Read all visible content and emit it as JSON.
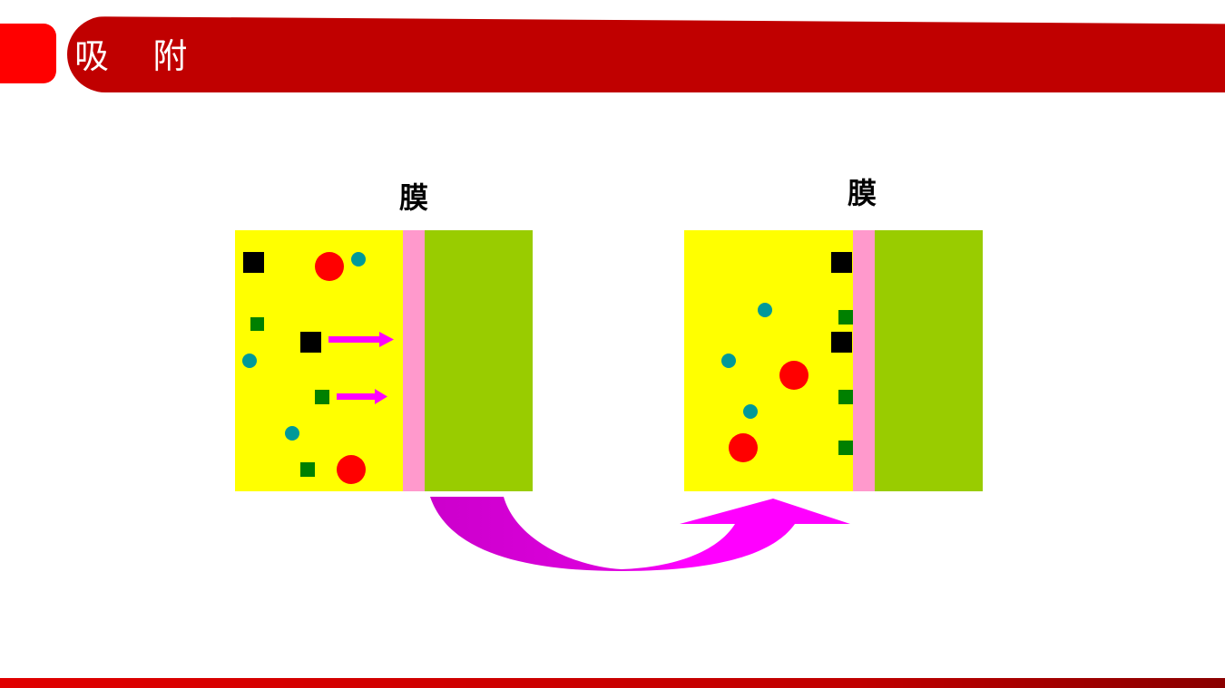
{
  "header": {
    "title": "吸    附"
  },
  "diagram": {
    "left_label": "膜",
    "right_label": "膜"
  },
  "colors": {
    "title_bar": "#c00000",
    "corner_block": "#ff0000",
    "solution": "#ffff00",
    "membrane": "#ff99cc",
    "support": "#99cc00",
    "arrow": "#ff00ff",
    "curved_arrow_shade": "#cc00cc",
    "black_particle": "#000000",
    "green_particle": "#008000",
    "teal_particle": "#009999",
    "red_particle": "#ff0000"
  }
}
